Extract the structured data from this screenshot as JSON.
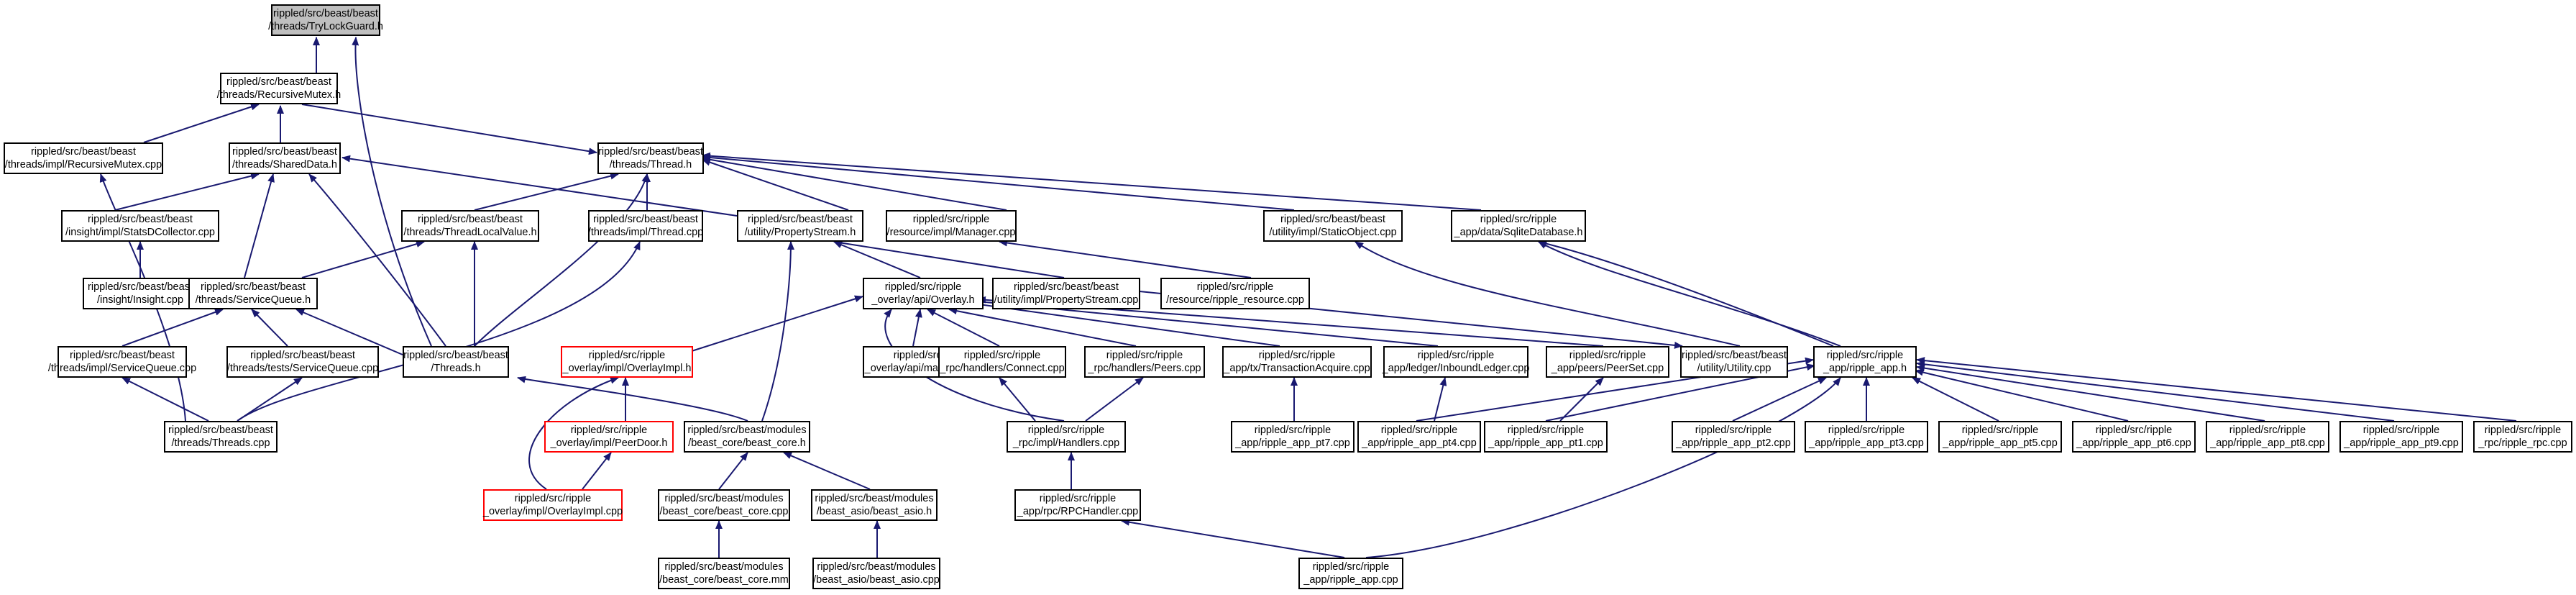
{
  "colors": {
    "edge": "#191970",
    "node_border": "#000000",
    "root_fill": "#bfbfbf",
    "incomplete_border": "#ff0000"
  },
  "nodes": {
    "trylockguard": {
      "lines": [
        "rippled/src/beast/beast",
        "/threads/TryLockGuard.h"
      ]
    },
    "recursivemutex_h": {
      "lines": [
        "rippled/src/beast/beast",
        "/threads/RecursiveMutex.h"
      ]
    },
    "recursivemutex_cpp": {
      "lines": [
        "rippled/src/beast/beast",
        "/threads/impl/RecursiveMutex.cpp"
      ]
    },
    "shareddata_h": {
      "lines": [
        "rippled/src/beast/beast",
        "/threads/SharedData.h"
      ]
    },
    "thread_h": {
      "lines": [
        "rippled/src/beast/beast",
        "/threads/Thread.h"
      ]
    },
    "statsdcollector_cpp": {
      "lines": [
        "rippled/src/beast/beast",
        "/insight/impl/StatsDCollector.cpp"
      ]
    },
    "threadlocalvalue_h": {
      "lines": [
        "rippled/src/beast/beast",
        "/threads/ThreadLocalValue.h"
      ]
    },
    "thread_cpp": {
      "lines": [
        "rippled/src/beast/beast",
        "/threads/impl/Thread.cpp"
      ]
    },
    "propertystream_h": {
      "lines": [
        "rippled/src/beast/beast",
        "/utility/PropertyStream.h"
      ]
    },
    "manager_cpp": {
      "lines": [
        "rippled/src/ripple",
        "/resource/impl/Manager.cpp"
      ]
    },
    "staticobject_cpp": {
      "lines": [
        "rippled/src/beast/beast",
        "/utility/impl/StaticObject.cpp"
      ]
    },
    "sqlitedatabase_h": {
      "lines": [
        "rippled/src/ripple",
        "_app/data/SqliteDatabase.h"
      ]
    },
    "insight_cpp": {
      "lines": [
        "rippled/src/beast/beast",
        "/insight/Insight.cpp"
      ]
    },
    "servicequeue_h": {
      "lines": [
        "rippled/src/beast/beast",
        "/threads/ServiceQueue.h"
      ]
    },
    "overlay_h": {
      "lines": [
        "rippled/src/ripple",
        "_overlay/api/Overlay.h"
      ]
    },
    "propertystream_cpp": {
      "lines": [
        "rippled/src/beast/beast",
        "/utility/impl/PropertyStream.cpp"
      ]
    },
    "ripple_resource_cpp": {
      "lines": [
        "rippled/src/ripple",
        "/resource/ripple_resource.cpp"
      ]
    },
    "servicequeue_cpp": {
      "lines": [
        "rippled/src/beast/beast",
        "/threads/impl/ServiceQueue.cpp"
      ]
    },
    "tests_servicequeue_cpp": {
      "lines": [
        "rippled/src/beast/beast",
        "/threads/tests/ServiceQueue.cpp"
      ]
    },
    "threads_h": {
      "lines": [
        "rippled/src/beast/beast",
        "/Threads.h"
      ]
    },
    "overlayimpl_h": {
      "lines": [
        "rippled/src/ripple",
        "_overlay/impl/OverlayImpl.h"
      ]
    },
    "make_overlay_h": {
      "lines": [
        "rippled/src/ripple",
        "_overlay/api/make_Overlay.h"
      ]
    },
    "connect_cpp": {
      "lines": [
        "rippled/src/ripple",
        "_rpc/handlers/Connect.cpp"
      ]
    },
    "peers_cpp": {
      "lines": [
        "rippled/src/ripple",
        "_rpc/handlers/Peers.cpp"
      ]
    },
    "transactionacquire_cpp": {
      "lines": [
        "rippled/src/ripple",
        "_app/tx/TransactionAcquire.cpp"
      ]
    },
    "inboundledger_cpp": {
      "lines": [
        "rippled/src/ripple",
        "_app/ledger/InboundLedger.cpp"
      ]
    },
    "peerset_cpp": {
      "lines": [
        "rippled/src/ripple",
        "_app/peers/PeerSet.cpp"
      ]
    },
    "utility_cpp": {
      "lines": [
        "rippled/src/beast/beast",
        "/utility/Utility.cpp"
      ]
    },
    "ripple_app_h": {
      "lines": [
        "rippled/src/ripple",
        "_app/ripple_app.h"
      ]
    },
    "threads_cpp": {
      "lines": [
        "rippled/src/beast/beast",
        "/threads/Threads.cpp"
      ]
    },
    "peerdoor_h": {
      "lines": [
        "rippled/src/ripple",
        "_overlay/impl/PeerDoor.h"
      ]
    },
    "beast_core_h": {
      "lines": [
        "rippled/src/beast/modules",
        "/beast_core/beast_core.h"
      ]
    },
    "handlers_cpp": {
      "lines": [
        "rippled/src/ripple",
        "_rpc/impl/Handlers.cpp"
      ]
    },
    "ripple_app_pt7": {
      "lines": [
        "rippled/src/ripple",
        "_app/ripple_app_pt7.cpp"
      ]
    },
    "ripple_app_pt4": {
      "lines": [
        "rippled/src/ripple",
        "_app/ripple_app_pt4.cpp"
      ]
    },
    "ripple_app_pt1": {
      "lines": [
        "rippled/src/ripple",
        "_app/ripple_app_pt1.cpp"
      ]
    },
    "ripple_app_pt2": {
      "lines": [
        "rippled/src/ripple",
        "_app/ripple_app_pt2.cpp"
      ]
    },
    "ripple_app_pt3": {
      "lines": [
        "rippled/src/ripple",
        "_app/ripple_app_pt3.cpp"
      ]
    },
    "ripple_app_pt5": {
      "lines": [
        "rippled/src/ripple",
        "_app/ripple_app_pt5.cpp"
      ]
    },
    "ripple_app_pt6": {
      "lines": [
        "rippled/src/ripple",
        "_app/ripple_app_pt6.cpp"
      ]
    },
    "ripple_app_pt8": {
      "lines": [
        "rippled/src/ripple",
        "_app/ripple_app_pt8.cpp"
      ]
    },
    "ripple_app_pt9": {
      "lines": [
        "rippled/src/ripple",
        "_app/ripple_app_pt9.cpp"
      ]
    },
    "ripple_rpc_cpp": {
      "lines": [
        "rippled/src/ripple",
        "_rpc/ripple_rpc.cpp"
      ]
    },
    "overlayimpl_cpp": {
      "lines": [
        "rippled/src/ripple",
        "_overlay/impl/OverlayImpl.cpp"
      ]
    },
    "beast_core_cpp": {
      "lines": [
        "rippled/src/beast/modules",
        "/beast_core/beast_core.cpp"
      ]
    },
    "beast_asio_h": {
      "lines": [
        "rippled/src/beast/modules",
        "/beast_asio/beast_asio.h"
      ]
    },
    "rpchandler_cpp": {
      "lines": [
        "rippled/src/ripple",
        "_app/rpc/RPCHandler.cpp"
      ]
    },
    "beast_core_mm": {
      "lines": [
        "rippled/src/beast/modules",
        "/beast_core/beast_core.mm"
      ]
    },
    "beast_asio_cpp": {
      "lines": [
        "rippled/src/beast/modules",
        "/beast_asio/beast_asio.cpp"
      ]
    },
    "ripple_app_cpp": {
      "lines": [
        "rippled/src/ripple",
        "_app/ripple_app.cpp"
      ]
    }
  }
}
